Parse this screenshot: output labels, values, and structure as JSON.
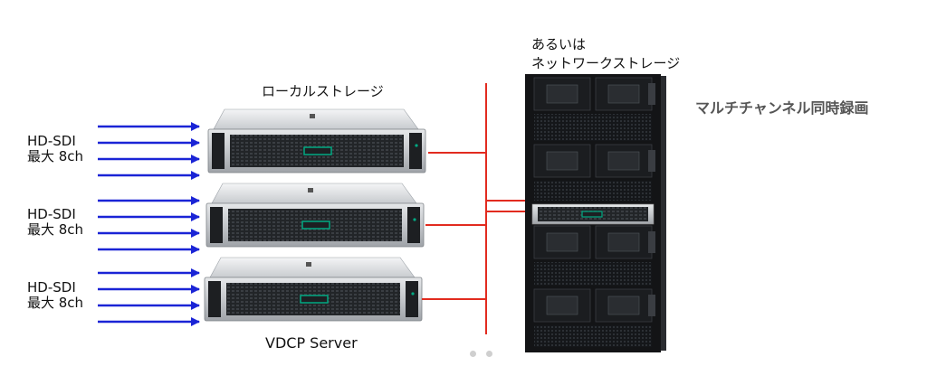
{
  "labels": {
    "local_storage": "ローカルストレージ",
    "network_storage_line1": "あるいは",
    "network_storage_line2": "ネットワークストレージ",
    "multichannel": "マルチチャンネル同時録画",
    "server_name": "VDCP Server"
  },
  "servers": [
    {
      "input_line1": "HD-SDI",
      "input_line2": "最大 8ch",
      "arrow_count": 4
    },
    {
      "input_line1": "HD-SDI",
      "input_line2": "最大 8ch",
      "arrow_count": 4
    },
    {
      "input_line1": "HD-SDI",
      "input_line2": "最大 8ch",
      "arrow_count": 4
    }
  ],
  "colors": {
    "arrow": "#1a24d6",
    "connector": "#e22b1f",
    "server_silver": "#c9ccd0",
    "server_dark": "#1d1f22",
    "hpe_green": "#01a982",
    "rack": "#131416"
  },
  "pagination": {
    "count": 2
  }
}
